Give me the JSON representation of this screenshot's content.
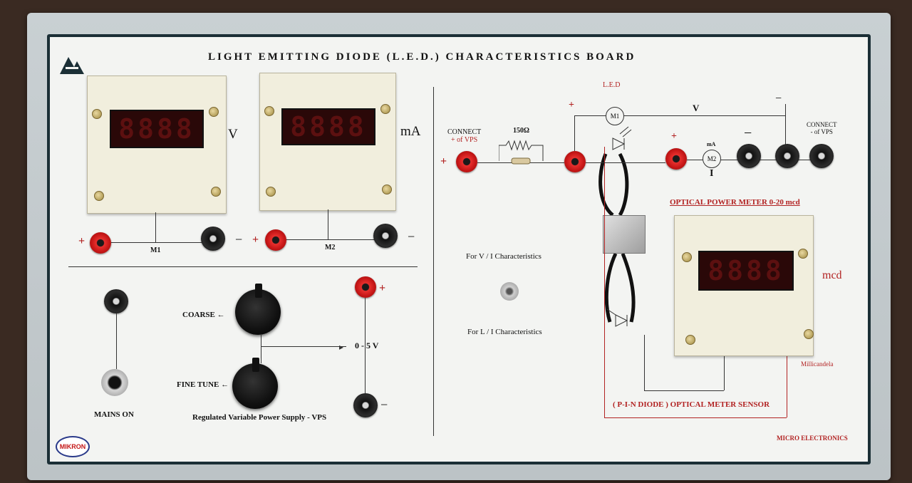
{
  "board": {
    "title": "LIGHT EMITTING DIODE (L.E.D.) CHARACTERISTICS BOARD",
    "manufacturer": "MICRO ELECTRONICS",
    "badge": "MIKRON",
    "panel_color": "#1b2f36",
    "jack_red": "#c41616",
    "label_red": "#b22222"
  },
  "meters": {
    "m1": {
      "readout": "8888",
      "unit": "V",
      "label": "M1"
    },
    "m2": {
      "readout": "8888",
      "unit": "mA",
      "label": "M2"
    },
    "optical": {
      "readout": "8888",
      "unit": "mcd",
      "caption": "Millicandela",
      "title": "OPTICAL POWER METER 0-20 mcd"
    }
  },
  "power": {
    "mains": "MAINS ON",
    "coarse": "COARSE",
    "fine": "FINE TUNE",
    "range": "0 - 5 V",
    "caption": "Regulated Variable  Power Supply  - VPS"
  },
  "circuit": {
    "connect_plus_line1": "CONNECT",
    "connect_plus_line2": "+ of VPS",
    "connect_minus_line1": "CONNECT",
    "connect_minus_line2": "- of VPS",
    "resistor": "150Ω",
    "led_label": "L.E.D",
    "m1_badge": "M1",
    "m2_badge": "M2",
    "m2_unit": "mA",
    "v_label": "V",
    "i_label": "I",
    "vi_switch": "For V / I  Characteristics",
    "li_switch": "For L / I  Characteristics",
    "sensor": "( P-I-N  DIODE ) OPTICAL METER SENSOR",
    "plus": "+",
    "minus": "−"
  }
}
